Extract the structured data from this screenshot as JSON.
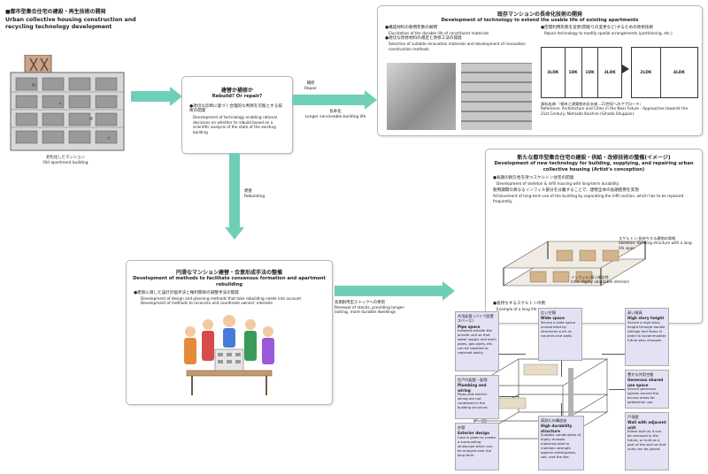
{
  "main_title": {
    "jp": "■都市型集合住宅の建設・再生技術の開発",
    "en": "Urban collective housing construction and recycling technology development"
  },
  "old_building": {
    "jp": "老朽化したマンション",
    "en": "Old apartment building"
  },
  "rebuild_box": {
    "title_jp": "建替か補修か",
    "title_en": "Rebuild? Or repair?",
    "item_jp": "●適切な診断に基づく合理的な判断を可能とする技術の開発",
    "item_en": "Development of technology enabling rational decisions on whether to rebuild based on a scientific analysis of the state of the existing building"
  },
  "arrow_repair": {
    "jp": "補修",
    "en": "Repair",
    "jp2": "長寿化",
    "en2": "Longer serviceable building life"
  },
  "arrow_rebuild": {
    "jp": "建替",
    "en": "Rebuilding"
  },
  "arrow_stock": {
    "jp": "長期耐用型ストックへの更新",
    "en": "Renewal of stocks, providing longer-lasting, more durable dwellings"
  },
  "existing_box": {
    "title_jp": "既存マンションの長命化技術の開発",
    "title_en": "Development of technology to extend the usable life of existing apartments",
    "left_item_jp": "●構成材料の耐用年数の解明",
    "left_item_en": "Elucidation of the durable life of constituent materials",
    "left_item2_jp": "●適切な改修材料の選定と改修工法の開発",
    "left_item2_en": "Selection of suitable renovation materials and development of renovation construction methods",
    "right_item_jp": "●空間利用形態を変更(間取りの変更など)するための改修技術",
    "right_item_en": "Repair technology to modify spatial arrangements (partitioning, etc.)",
    "plan_labels": [
      "3LDK",
      "1DK",
      "1DK",
      "3LDK",
      "2LDK",
      "4LDK"
    ],
    "ref_jp": "資料出典:『都市と建築物の近未来…21世紀へのアプローチ』",
    "ref_en": "Reference: Architecture and Cities in the Near Future - Approaches towards the 21st Century, Nishiodo Kaishiro (Gihodo Shuppan)"
  },
  "consensus_box": {
    "title_jp": "円滑なマンション建替・合意形成手法の整備",
    "title_en": "Development of methods to facilitate consensus formation and apartment rebuilding",
    "item_jp": "●建替に適した設計計画手法と権利関係の調整手法の開発",
    "item_en1": "Development of design and planning methods that take rebuilding needs into account",
    "item_en2": "Development of methods to reconcile and coordinate owners' interests"
  },
  "new_tech_box": {
    "title_jp": "新たな都市型集合住宅の建設・供給・改修技術の整備(イメージ)",
    "title_en": "Development of new technology for building, supplying, and repairing urban collective housing (Artist's conception)",
    "item1_jp": "●長期の耐久性を持つスケルトン住宅の開発",
    "item1_en": "Development of skeleton & infill housing with long-term durability",
    "item2_jp": "耐用期間の異なるインフィル部分を分離することで、建物全体の長期使用を実現",
    "item2_en": "Achievement of long-term use of the building by separating the infill section, which has to be replaced frequently.",
    "skeleton_jp": "スケルトン:長持ちする建物の骨格",
    "skeleton_en": "Skeleton: Building structure with a long life span",
    "infill_jp": "インフィル:高い順応性",
    "infill_en": "Infill: Highly adaptable interiors",
    "example_jp": "●長持ちするスケルトンの例",
    "example_en": "Example of a long life span skeleton"
  },
  "features": [
    {
      "jp": "共用配管 (パイプ設置スペース)",
      "en": "Pipe space",
      "desc": "Installed outside the private unit so that water supply and drain pipes, gas pipes, etc. can be repaired or replaced easily."
    },
    {
      "jp": "広い空間",
      "en": "Wide space",
      "desc": "Secure a wide space unrestricted by structures such as columns and walls."
    },
    {
      "jp": "高い階高",
      "en": "High story height",
      "desc": "Secure a high story height through double ceilings and floors in order to accommodate future plan changes."
    },
    {
      "jp": "住戸内配管・配線",
      "en": "Plumbing and wiring",
      "desc": "Pipes and electric wiring are not contained in the building structure."
    },
    {
      "jp": "豊かな共用空間",
      "en": "Generous shared use space",
      "desc": "Secure generous spaces around the access areas for pedestrian use."
    },
    {
      "jp": "外壁",
      "en": "Exterior design",
      "desc": "Care is given to create a surrounding landscape which can be enjoyed over the long term."
    },
    {
      "jp": "高耐久の構造体",
      "en": "High durability structure",
      "desc": "Suitable combination of highly durable materials able to maintain strength against earthquakes, salt, and the like."
    },
    {
      "jp": "戸境壁",
      "en": "Wall with adjacent unit",
      "desc": "Either built as it can be removed in the future, or built as a part of the wall so that units can be joined."
    }
  ]
}
